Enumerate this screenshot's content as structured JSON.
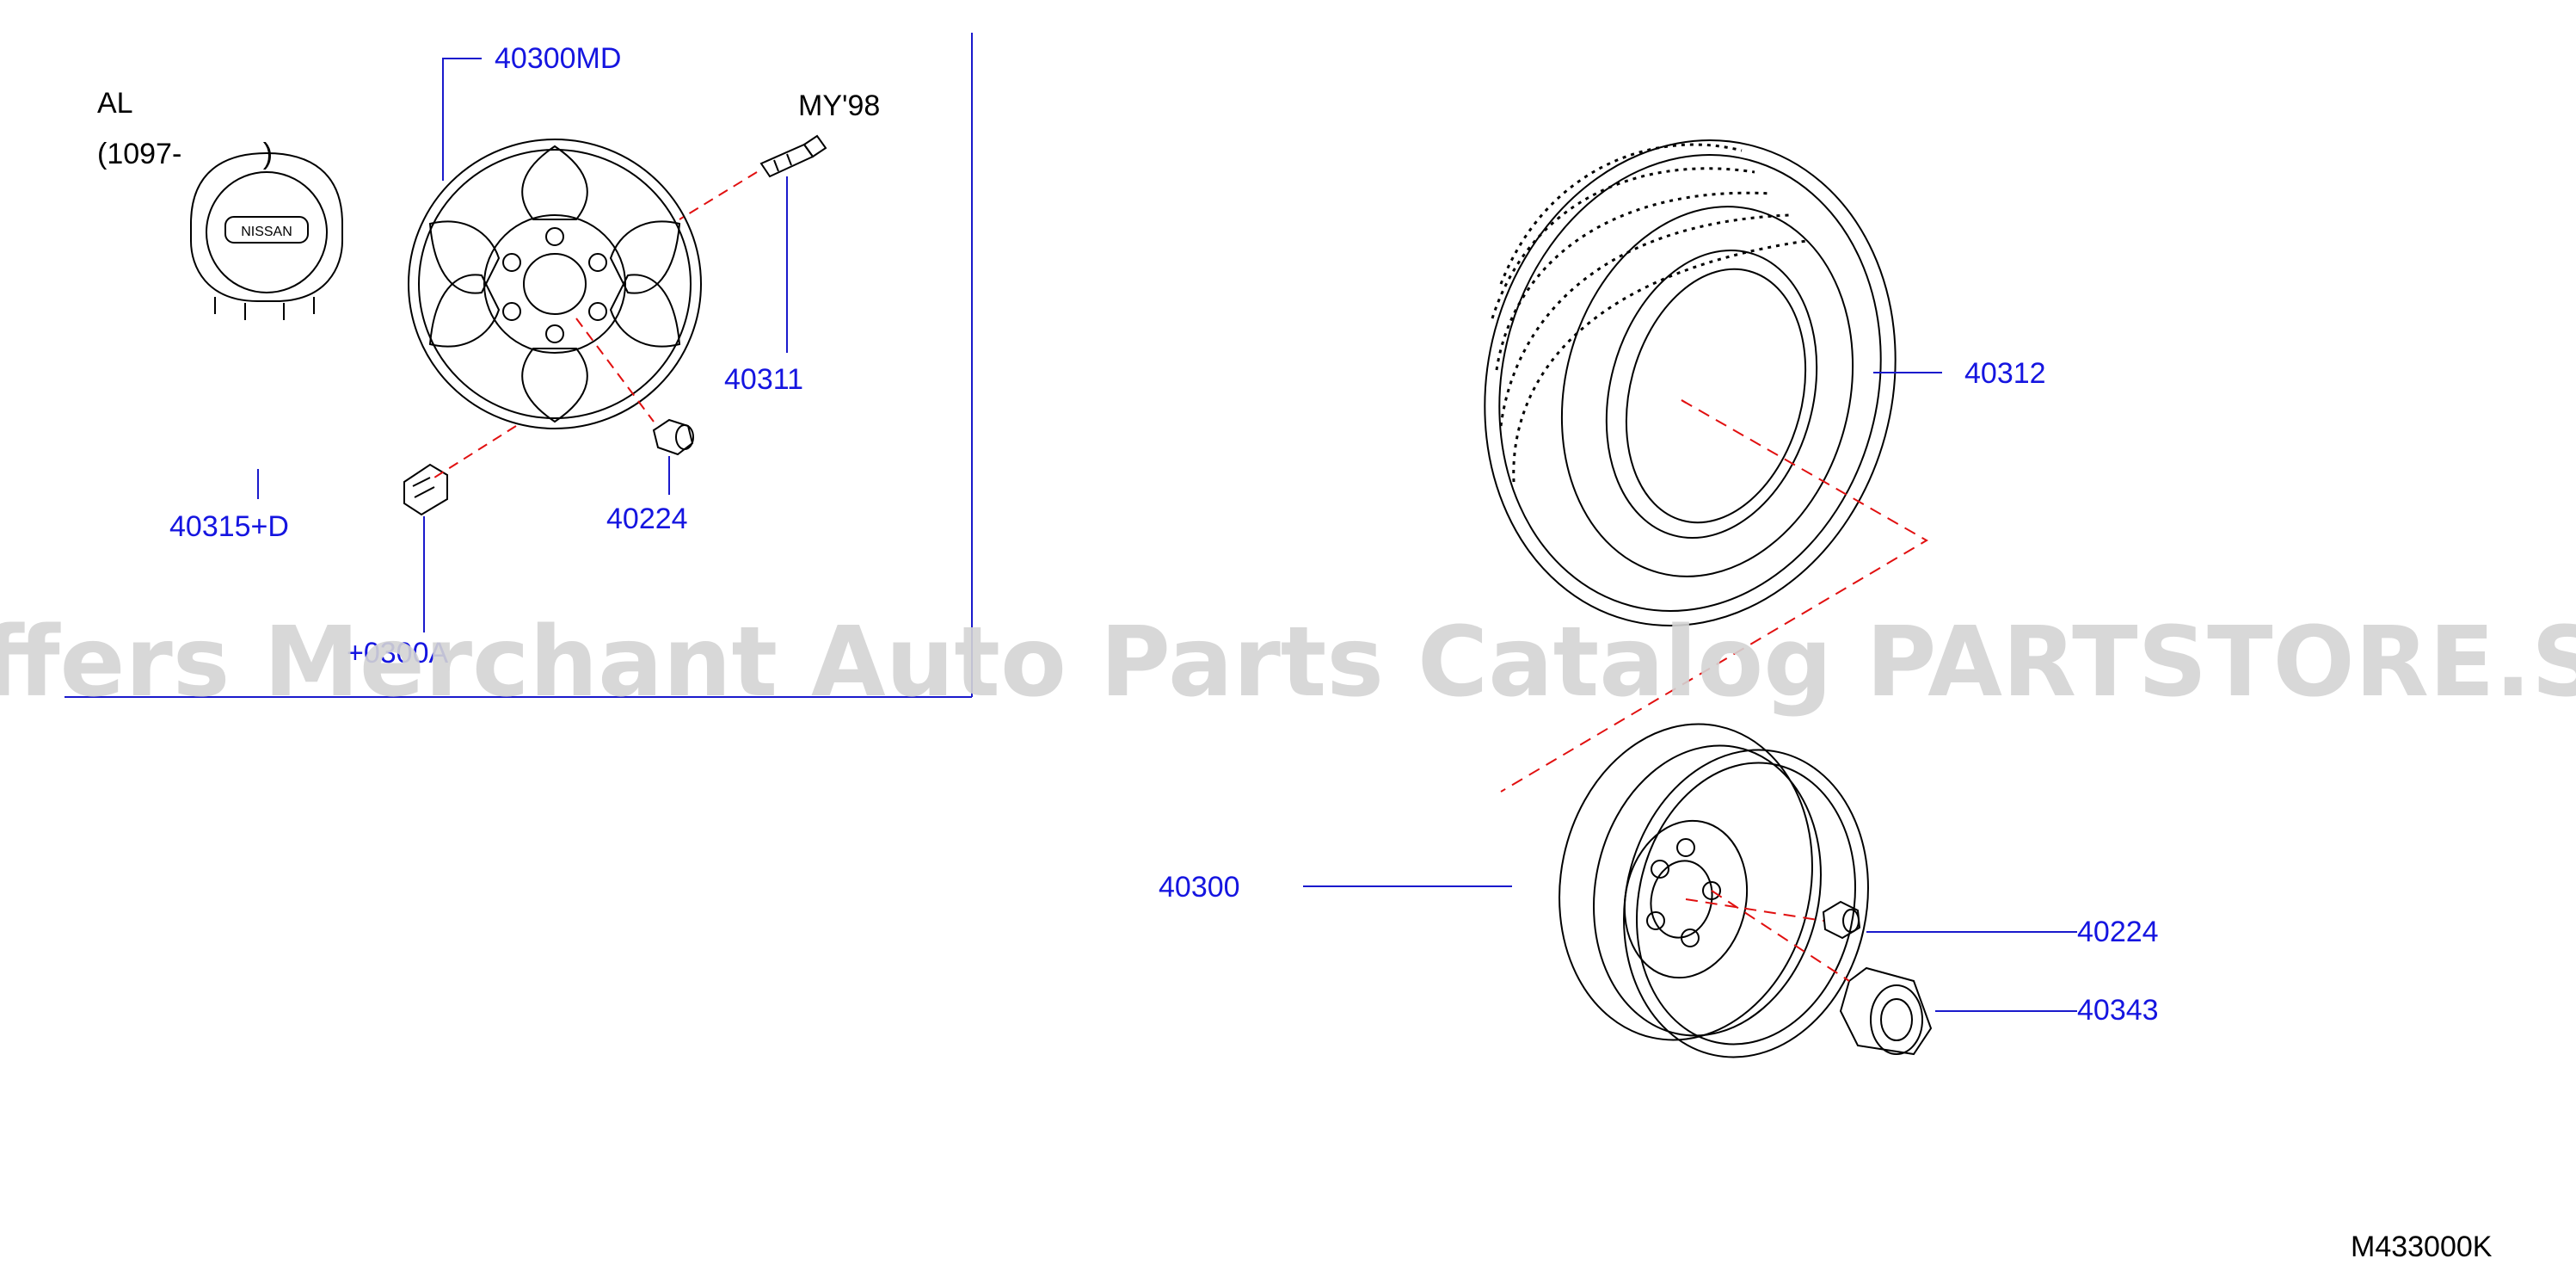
{
  "colors": {
    "callout": "#1515e0",
    "leader": "#1a1acc",
    "dashed": "#e11010",
    "line_art": "#000000",
    "watermark": "#d4d4d4"
  },
  "inset": {
    "variant_code": "AL",
    "date_range": "(1097-          )",
    "model_year": "MY'98"
  },
  "callouts": {
    "aluminum_wheel": "40300MD",
    "valve": "40311",
    "ornament_cap": "40315+D",
    "inset_nut": "40224",
    "balance_weight": "+0300A",
    "tire": "40312",
    "steel_wheel": "40300",
    "nut": "40224",
    "center_cap": "40343"
  },
  "cap_logo": "NISSAN",
  "watermark": "Offers Merchant Auto Parts Catalog PARTSTORE.SA",
  "diagram_code": "M433000K"
}
